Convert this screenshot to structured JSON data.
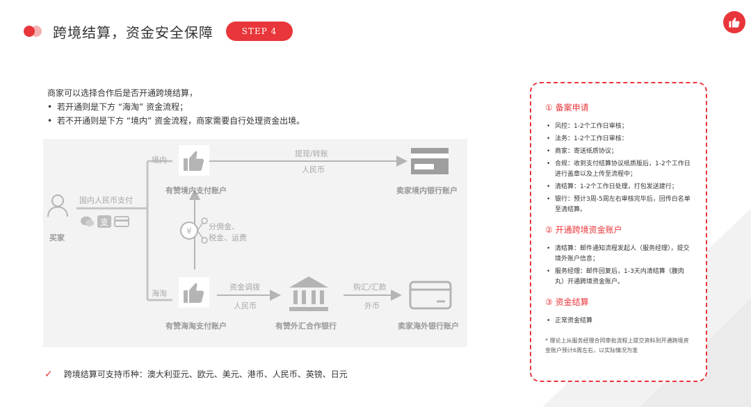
{
  "header": {
    "title": "跨境结算，资金安全保障",
    "step": "STEP 4"
  },
  "intro": {
    "line1": "商家可以选择合作后是否开通跨境结算，",
    "bullets": [
      "若开通则是下方 “海淘” 资金流程；",
      "若不开通则是下方 “境内” 资金流程，商家需要自行处理资金出境。"
    ]
  },
  "diagram": {
    "buyer": "买家",
    "buyer_pay": "国内人民币支付",
    "domestic_branch": "境内",
    "overseas_branch": "海淘",
    "domestic_account": "有赞境内支付账户",
    "withdraw": "提现/转账",
    "rmb_1": "人民币",
    "seller_domestic_bank": "卖家境内银行账户",
    "split_line1": "分佣金、",
    "split_line2": "税金、运费",
    "overseas_account": "有赞海淘支付账户",
    "fund_transfer": "资金调拨",
    "rmb_2": "人民币",
    "fx_bank": "有赞外汇合作银行",
    "purchase_fx": "购汇/汇款",
    "foreign_currency": "外币",
    "seller_overseas_bank": "卖家海外银行账户"
  },
  "note": {
    "text": "跨境结算可支持币种：澳大利亚元、欧元、美元、港币、人民币、英镑、日元"
  },
  "panel": {
    "sections": [
      {
        "title": "① 备案申请",
        "items": [
          "风控：1-2个工作日审核；",
          "法务：1-2个工作日审核：",
          "商家：寄送纸质协议；",
          "合规：收到支付结算协议纸质版后，1-2个工作日进行盖章以及上传至流程中；",
          "清结算：1-2个工作日处理，打包发送建行；",
          "银行：预计3周-5周左右审核完毕后，回传白名单至清结算。"
        ]
      },
      {
        "title": "② 开通跨境资金账户",
        "items": [
          "清结算：邮件通知流程发起人（服务经理），提交境外账户信息；",
          "服务经理：邮件回复后，1-3天内清结算（腹肉丸）开通跨境资金账户。"
        ]
      },
      {
        "title": "③ 资金结算",
        "items": [
          "正常资金结算"
        ]
      }
    ],
    "footnote": "* 理论上从服务经理合同审批流程上提交资料到开通跨境资金账户预计6周左右，以实际情况为准"
  },
  "colors": {
    "accent": "#e8363a",
    "diagram_bg": "#f3f3f3",
    "diagram_gray": "#b4b4b4"
  }
}
